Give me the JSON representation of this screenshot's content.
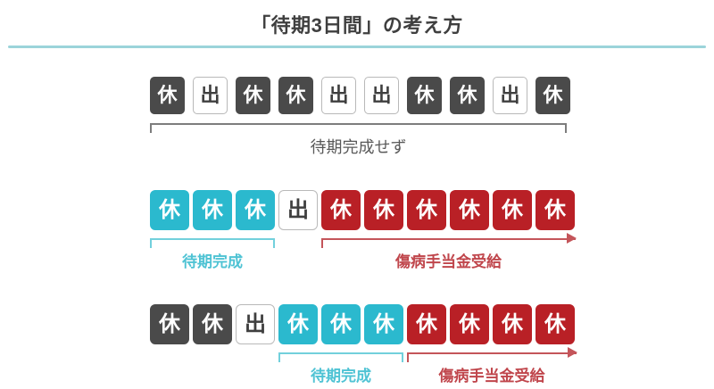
{
  "title": "「待期3日間」の考え方",
  "colors": {
    "rest_dark": "#4a4a4a",
    "work_white": "#ffffff",
    "rest_teal": "#2bb9ce",
    "rest_red": "#b92026",
    "rule_teal": "#9bd4da",
    "label_gray": "#595959",
    "label_teal": "#4fc3d4",
    "label_red": "#c0464c"
  },
  "glyphs": {
    "rest": "休",
    "work": "出"
  },
  "rows": [
    {
      "id": "row-1",
      "tiles": [
        {
          "label": "休",
          "kind": "rest-dark"
        },
        {
          "label": "出",
          "kind": "work"
        },
        {
          "label": "休",
          "kind": "rest-dark"
        },
        {
          "label": "休",
          "kind": "rest-dark"
        },
        {
          "label": "出",
          "kind": "work"
        },
        {
          "label": "出",
          "kind": "work"
        },
        {
          "label": "休",
          "kind": "rest-dark"
        },
        {
          "label": "休",
          "kind": "rest-dark"
        },
        {
          "label": "出",
          "kind": "work"
        },
        {
          "label": "休",
          "kind": "rest-dark"
        }
      ],
      "brackets": [
        {
          "label": "待期完成せず",
          "color": "gray",
          "arrow": false
        }
      ]
    },
    {
      "id": "row-2",
      "tiles": [
        {
          "label": "休",
          "kind": "rest-teal"
        },
        {
          "label": "休",
          "kind": "rest-teal"
        },
        {
          "label": "休",
          "kind": "rest-teal"
        },
        {
          "label": "出",
          "kind": "work"
        },
        {
          "label": "休",
          "kind": "rest-red"
        },
        {
          "label": "休",
          "kind": "rest-red"
        },
        {
          "label": "休",
          "kind": "rest-red"
        },
        {
          "label": "休",
          "kind": "rest-red"
        },
        {
          "label": "休",
          "kind": "rest-red"
        },
        {
          "label": "休",
          "kind": "rest-red"
        }
      ],
      "brackets": [
        {
          "label": "待期完成",
          "color": "teal",
          "arrow": false
        },
        {
          "label": "傷病手当金受給",
          "color": "red",
          "arrow": true
        }
      ]
    },
    {
      "id": "row-3",
      "tiles": [
        {
          "label": "休",
          "kind": "rest-dark"
        },
        {
          "label": "休",
          "kind": "rest-dark"
        },
        {
          "label": "出",
          "kind": "work"
        },
        {
          "label": "休",
          "kind": "rest-teal"
        },
        {
          "label": "休",
          "kind": "rest-teal"
        },
        {
          "label": "休",
          "kind": "rest-teal"
        },
        {
          "label": "休",
          "kind": "rest-red"
        },
        {
          "label": "休",
          "kind": "rest-red"
        },
        {
          "label": "休",
          "kind": "rest-red"
        },
        {
          "label": "休",
          "kind": "rest-red"
        }
      ],
      "brackets": [
        {
          "label": "待期完成",
          "color": "teal",
          "arrow": false
        },
        {
          "label": "傷病手当金受給",
          "color": "red",
          "arrow": true
        }
      ]
    }
  ]
}
